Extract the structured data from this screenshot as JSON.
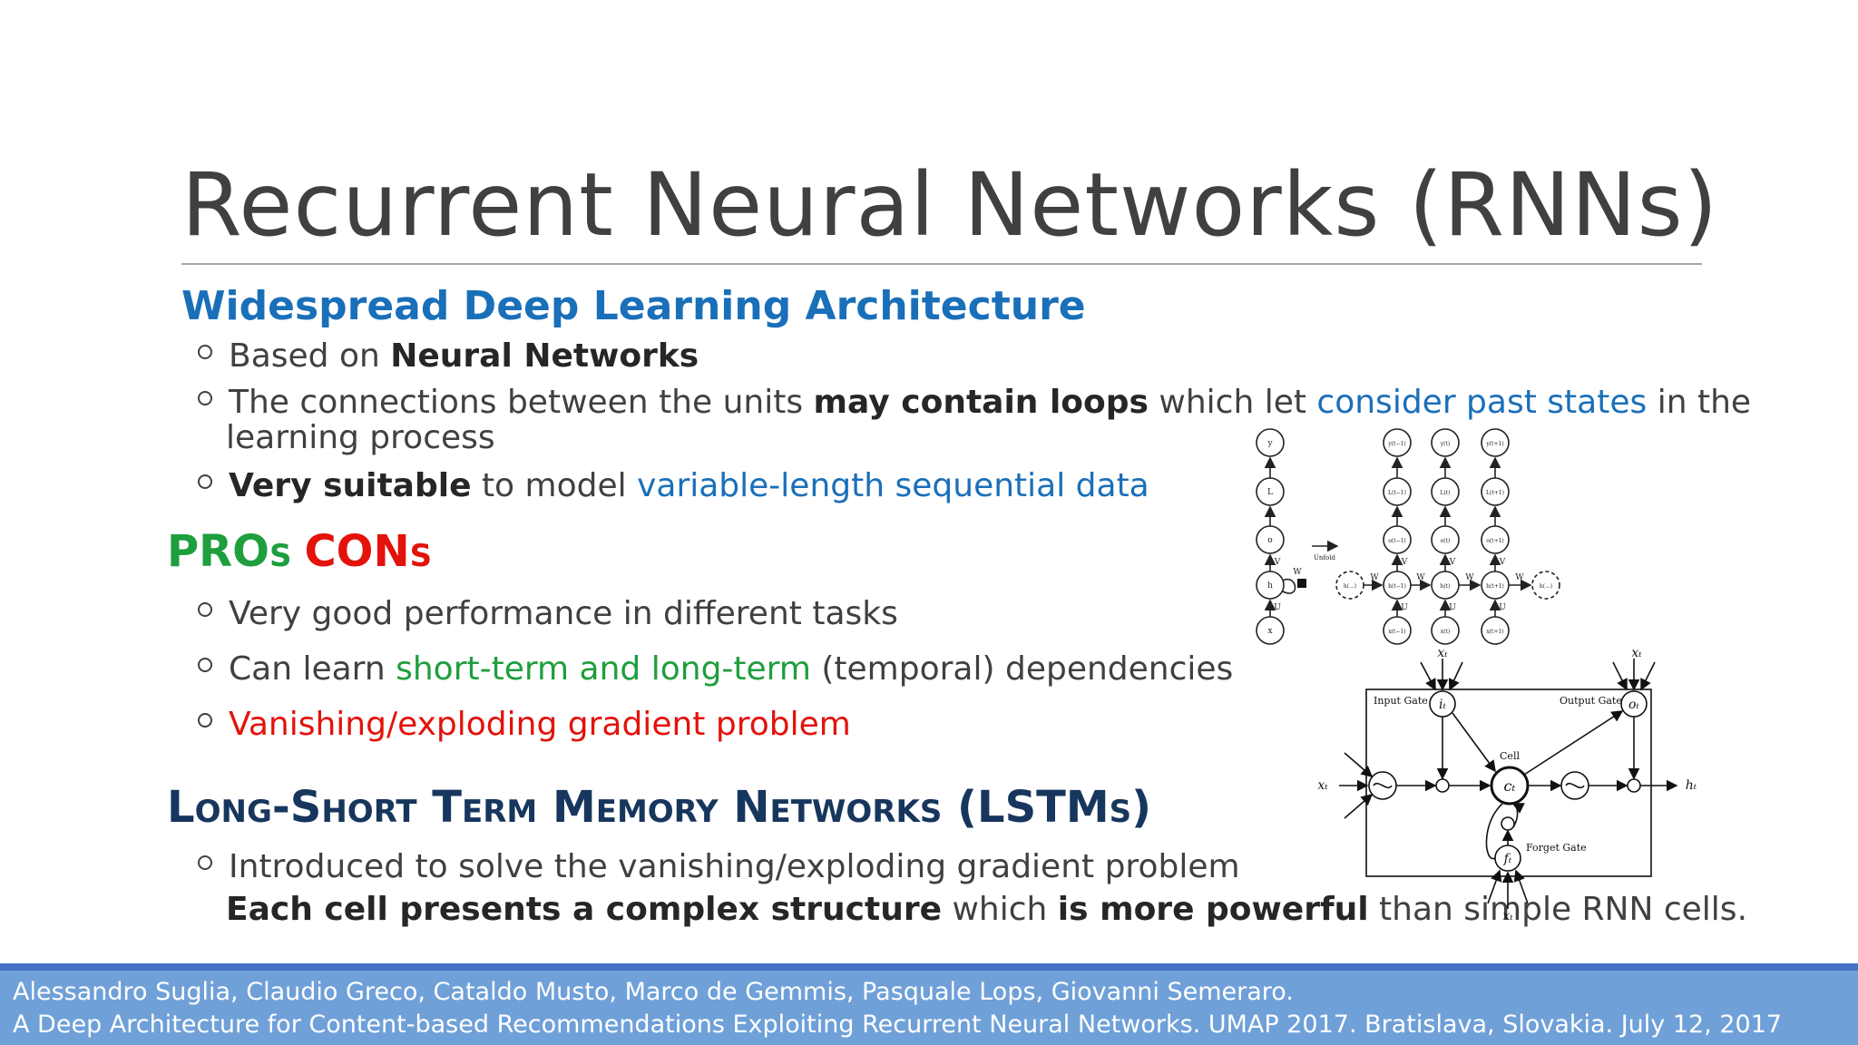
{
  "slide": {
    "title": "Recurrent Neural Networks (RNNs)",
    "section1": {
      "heading": "Widespread Deep Learning Architecture",
      "b1": {
        "t1": "Based on ",
        "t2": "Neural Networks"
      },
      "b2": {
        "t1": "The connections between the units ",
        "t2": "may contain loops",
        "t3": " which let ",
        "t4": "consider past states",
        "t5": " in the",
        "cont": "learning process"
      },
      "b3": {
        "t1": "Very suitable",
        "t2": " to model ",
        "t3": "variable-length sequential data"
      }
    },
    "section2": {
      "pros": "PROs",
      "cons": "CONs",
      "b1": "Very good performance in different tasks",
      "b2": {
        "t1": "Can learn ",
        "t2": "short-term and long-term",
        "t3": " (temporal) dependencies"
      },
      "b3": "Vanishing/exploding gradient problem"
    },
    "section3": {
      "heading": "Long-Short Term Memory Networks (LSTMs)",
      "b1": "Introduced to solve the vanishing/exploding gradient problem",
      "cont": {
        "t1": "Each cell presents a complex structure",
        "t2": " which ",
        "t3": "is more powerful",
        "t4": " than simple RNN cells."
      }
    }
  },
  "rnn_diagram": {
    "folded": {
      "y": "y",
      "L": "L",
      "o": "o",
      "h": "h",
      "x": "x",
      "V": "V",
      "U": "U",
      "W": "W"
    },
    "unfold_label": "Unfold",
    "h_prev": "h(...)",
    "h_next": "h(...)",
    "cols": [
      {
        "y": "y(t−1)",
        "L": "L(t−1)",
        "o": "o(t−1)",
        "h": "h(t−1)",
        "x": "x(t−1)"
      },
      {
        "y": "y(t)",
        "L": "L(t)",
        "o": "o(t)",
        "h": "h(t)",
        "x": "x(t)"
      },
      {
        "y": "y(t+1)",
        "L": "L(t+1)",
        "o": "o(t+1)",
        "h": "h(t+1)",
        "x": "x(t+1)"
      }
    ],
    "V": "V",
    "U": "U",
    "W": "W"
  },
  "lstm_diagram": {
    "input_gate": "Input Gate",
    "output_gate": "Output Gate",
    "forget_gate": "Forget Gate",
    "cell": "Cell",
    "it": "iₜ",
    "ot": "oₜ",
    "ct": "cₜ",
    "ft": "fₜ",
    "xt": "xₜ",
    "ht": "hₜ"
  },
  "footer": {
    "authors": "Alessandro Suglia, Claudio Greco, Cataldo Musto, Marco de Gemmis, Pasquale Lops, Giovanni Semeraro.",
    "paper": "A Deep Architecture for Content-based Recommendations Exploiting Recurrent Neural Networks.",
    "venue": " UMAP 2017. Bratislava, Slovakia. July 12, 2017"
  },
  "colors": {
    "accent_blue": "#1a6fb9",
    "pros_green": "#1e9e3d",
    "cons_red": "#e3120b",
    "navy": "#17365d",
    "footer_blue": "#6fa0d8"
  }
}
